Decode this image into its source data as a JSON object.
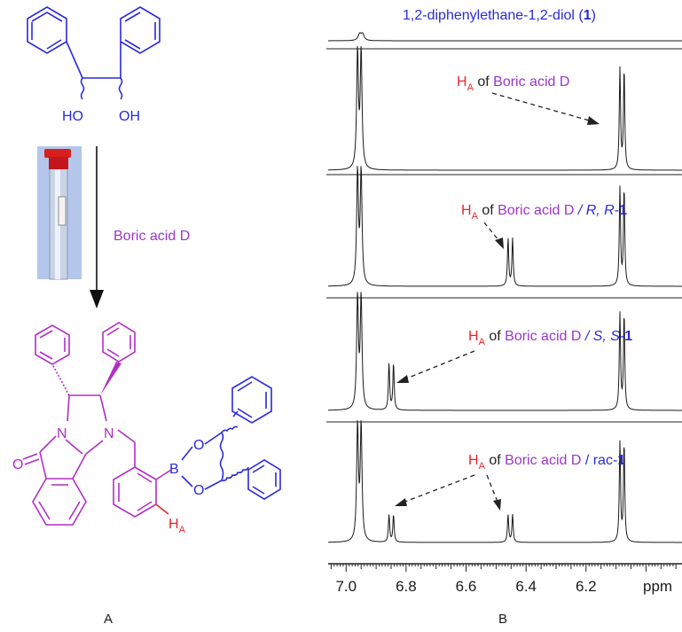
{
  "panel_labels": {
    "a": "A",
    "b": "B"
  },
  "left": {
    "reagent_label": "Boric acid D",
    "diol_oh_1": "HO",
    "diol_oh_2": "OH",
    "product": {
      "ketone_o": "O",
      "n1": "N",
      "n2": "N",
      "b": "B",
      "o1": "O",
      "o2": "O",
      "ha_h": "H",
      "ha_sub": "A"
    }
  },
  "right": {
    "title_pre": "1,2-diphenylethane-1,2-diol (",
    "title_num": "1",
    "title_post": ")",
    "annotations": [
      {
        "h": "H",
        "sub": "A",
        "of": " of ",
        "reagent": "Boric acid D",
        "rest_italic": "",
        "rest": "",
        "bold": ""
      },
      {
        "h": "H",
        "sub": "A",
        "of": " of ",
        "reagent": "Boric acid D",
        "rest_italic": " / R, R",
        "rest": "-",
        "bold": "1"
      },
      {
        "h": "H",
        "sub": "A",
        "of": " of ",
        "reagent": "Boric acid D",
        "rest_italic": " / S, S",
        "rest": "-",
        "bold": "1"
      },
      {
        "h": "H",
        "sub": "A",
        "of": " of ",
        "reagent": "Boric acid D",
        "rest_italic": "",
        "rest": " / rac-",
        "bold": "1"
      }
    ],
    "axis": {
      "ticks": [
        "7.0",
        "6.8",
        "6.6",
        "6.4",
        "6.2"
      ],
      "unit": "ppm",
      "range_ppm": [
        7.06,
        5.88
      ]
    },
    "spectra": [
      {
        "peaks": [
          {
            "ppm": 6.955,
            "h": 0.04,
            "w": 0.006
          },
          {
            "ppm": 6.945,
            "h": 0.04,
            "w": 0.006
          }
        ]
      },
      {
        "peaks": [
          {
            "ppm": 6.962,
            "h": 1.0,
            "w": 0.0035
          },
          {
            "ppm": 6.95,
            "h": 1.0,
            "w": 0.0035
          },
          {
            "ppm": 6.087,
            "h": 0.86,
            "w": 0.0025
          },
          {
            "ppm": 6.073,
            "h": 0.86,
            "w": 0.0025
          }
        ]
      },
      {
        "peaks": [
          {
            "ppm": 6.962,
            "h": 1.0,
            "w": 0.0035
          },
          {
            "ppm": 6.95,
            "h": 1.0,
            "w": 0.0035
          },
          {
            "ppm": 6.46,
            "h": 0.42,
            "w": 0.0025
          },
          {
            "ppm": 6.445,
            "h": 0.42,
            "w": 0.0025
          },
          {
            "ppm": 6.087,
            "h": 0.86,
            "w": 0.0025
          },
          {
            "ppm": 6.073,
            "h": 0.86,
            "w": 0.0025
          }
        ]
      },
      {
        "peaks": [
          {
            "ppm": 6.962,
            "h": 1.0,
            "w": 0.0035
          },
          {
            "ppm": 6.95,
            "h": 1.0,
            "w": 0.0035
          },
          {
            "ppm": 6.857,
            "h": 0.42,
            "w": 0.0025
          },
          {
            "ppm": 6.842,
            "h": 0.42,
            "w": 0.0025
          },
          {
            "ppm": 6.087,
            "h": 0.86,
            "w": 0.0025
          },
          {
            "ppm": 6.073,
            "h": 0.86,
            "w": 0.0025
          }
        ]
      },
      {
        "peaks": [
          {
            "ppm": 6.962,
            "h": 1.0,
            "w": 0.0035
          },
          {
            "ppm": 6.95,
            "h": 1.0,
            "w": 0.0035
          },
          {
            "ppm": 6.857,
            "h": 0.24,
            "w": 0.0025
          },
          {
            "ppm": 6.842,
            "h": 0.24,
            "w": 0.0025
          },
          {
            "ppm": 6.46,
            "h": 0.24,
            "w": 0.0025
          },
          {
            "ppm": 6.445,
            "h": 0.24,
            "w": 0.0025
          },
          {
            "ppm": 6.087,
            "h": 0.86,
            "w": 0.0025
          },
          {
            "ppm": 6.073,
            "h": 0.86,
            "w": 0.0025
          }
        ]
      }
    ]
  },
  "colors": {
    "blue": "#2a2ad9",
    "magenta": "#b12ec4",
    "red": "#e8262c",
    "purple": "#9b35d0",
    "black": "#1a1a1a",
    "tube_bg": "#b4c6ea",
    "cap": "#d81e1e"
  }
}
